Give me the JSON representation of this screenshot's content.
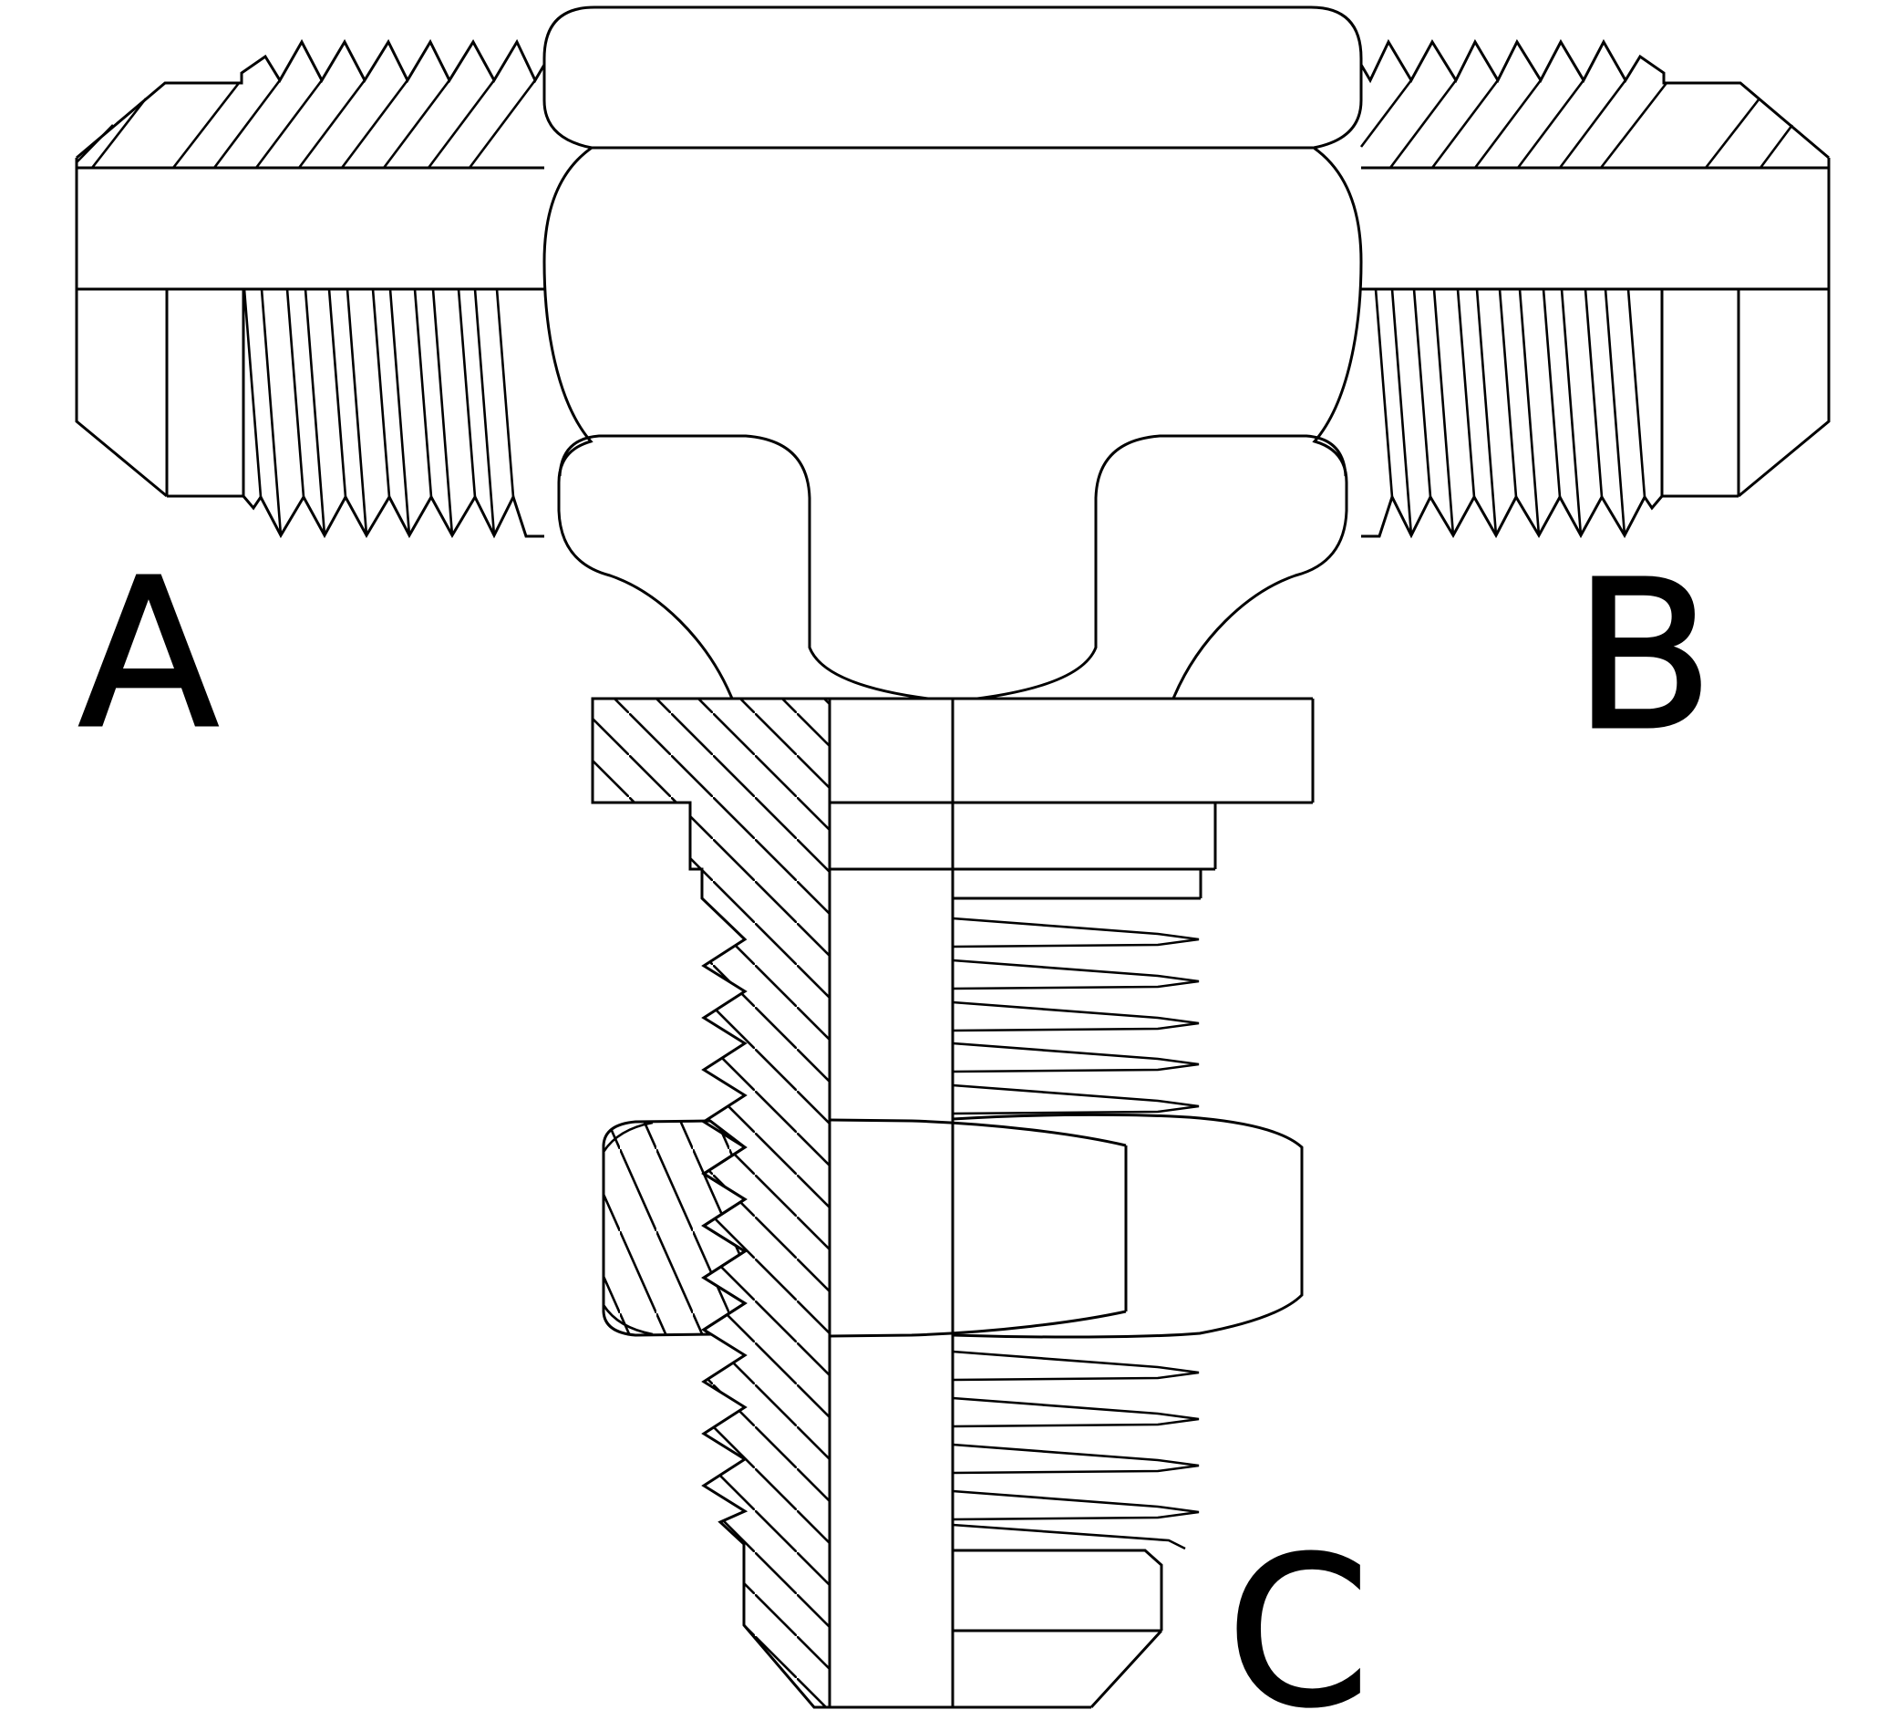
{
  "figure": {
    "type": "technical-line-drawing",
    "subject": "bulkhead branch tee fitting, male threaded ports, half-section view",
    "background_color": "#ffffff",
    "line_color": "#000000"
  },
  "labels": {
    "port_a": "A",
    "port_b": "B",
    "port_c": "C"
  }
}
